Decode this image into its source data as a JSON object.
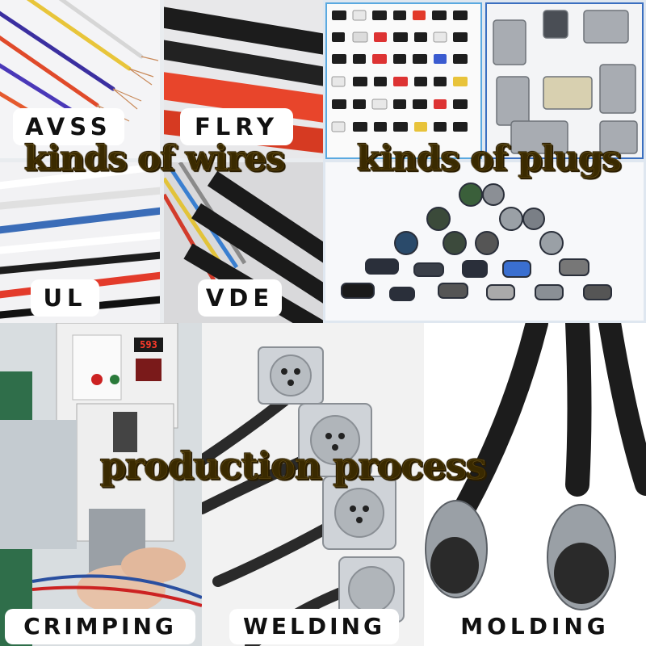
{
  "wires": {
    "heading": "kinds of wires",
    "types": [
      "AVSS",
      "FLRY",
      "UL",
      "VDE"
    ]
  },
  "plugs": {
    "heading": "kinds of plugs"
  },
  "process": {
    "heading": "production process",
    "steps": [
      "CRIMPING",
      "WELDING",
      "MOLDING"
    ]
  },
  "machine_display": "593"
}
